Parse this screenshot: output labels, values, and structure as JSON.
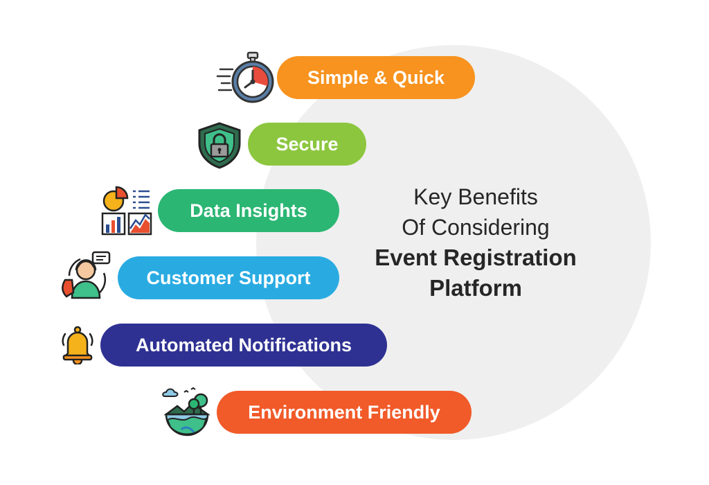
{
  "heading": {
    "line1": "Key Benefits",
    "line2": "Of Considering",
    "line3": "Event Registration",
    "line4": "Platform"
  },
  "benefits": [
    {
      "label": "Simple & Quick",
      "color": "#F7931E",
      "icon": "stopwatch-icon"
    },
    {
      "label": "Secure",
      "color": "#8CC63F",
      "icon": "shield-lock-icon"
    },
    {
      "label": "Data Insights",
      "color": "#2BB673",
      "icon": "analytics-icon"
    },
    {
      "label": "Customer Support",
      "color": "#29ABE2",
      "icon": "support-agent-icon"
    },
    {
      "label": "Automated Notifications",
      "color": "#2E3192",
      "icon": "bell-icon"
    },
    {
      "label": "Environment Friendly",
      "color": "#F15A29",
      "icon": "earth-nature-icon"
    }
  ]
}
